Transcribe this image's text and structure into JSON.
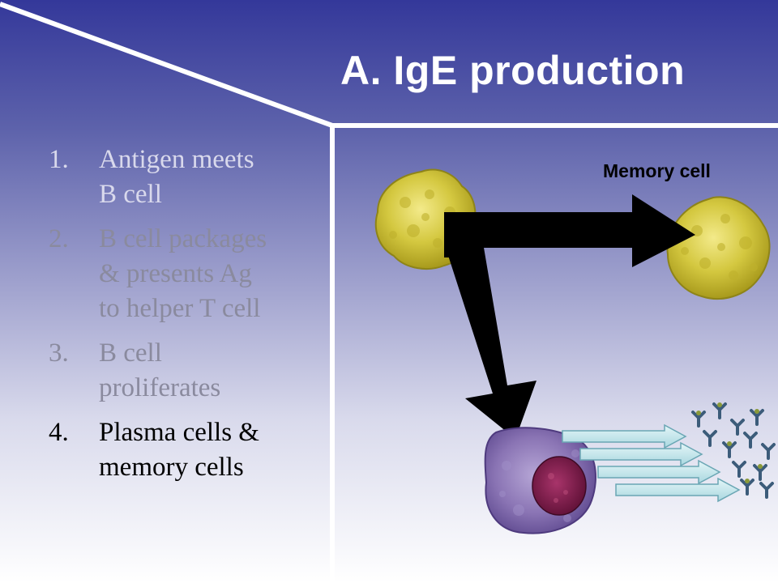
{
  "title": "A. IgE production",
  "steps": [
    {
      "number": "1.",
      "text": "Antigen meets B cell",
      "line1": "Antigen meets",
      "line2": "B cell",
      "state": "faded"
    },
    {
      "number": "2.",
      "text": "B cell packages & presents Ag to helper T cell",
      "line1": "B cell packages",
      "line2": "& presents Ag",
      "line3": "to helper T cell",
      "state": "dimmed"
    },
    {
      "number": "3.",
      "text": "B cell proliferates",
      "line1": "B cell",
      "line2": "proliferates",
      "state": "dimmed"
    },
    {
      "number": "4.",
      "text": "Plasma cells & memory cells",
      "line1": "Plasma cells &",
      "line2": "memory cells",
      "state": "active"
    }
  ],
  "diagram": {
    "memory_label": "Memory cell",
    "cells": [
      "b-cell",
      "memory-cell",
      "plasma-cell"
    ],
    "antibody_count": 12,
    "secretion_arrows": 4
  },
  "colors": {
    "background_top": "#34389a",
    "background_bottom": "#ffffff",
    "title_text": "#ffffff",
    "faded_text": "#d9d9ec",
    "dimmed_text": "#8a8a9e",
    "active_text": "#000000",
    "cell_yellow": "#d4c840",
    "plasma_purple": "#8a74b4",
    "nucleus": "#7a1c4a",
    "arrow_fill": "#bfe3e8"
  }
}
